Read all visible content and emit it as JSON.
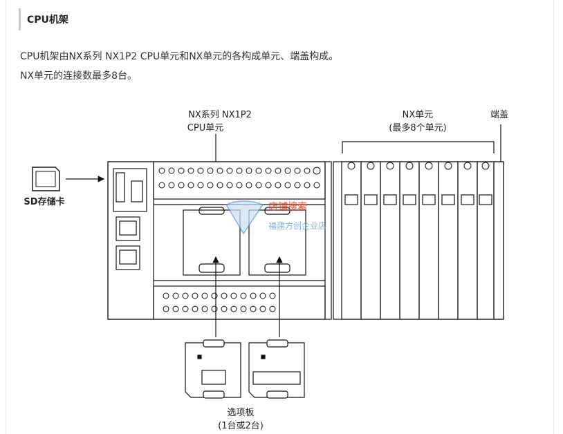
{
  "heading": "CPU机架",
  "paragraphs": [
    "CPU机架由NX系列 NX1P2 CPU单元和NX单元的各构成单元、端盖构成。",
    "NX单元的连接数最多8台。"
  ],
  "diagram": {
    "cpu_label_line1": "NX系列 NX1P2",
    "cpu_label_line2": "CPU单元",
    "nx_label_line1": "NX单元",
    "nx_label_line2": "(最多8个单元)",
    "endcap_label": "端盖",
    "sd_label": "SD存储卡",
    "option_label_line1": "选项板",
    "option_label_line2": "(1台或2台)",
    "watermark_line1": "店铺搜索",
    "watermark_line2": "福建方创企业店"
  },
  "colors": {
    "text": "#222222",
    "watermark_blue": "#4a90d9",
    "watermark_red": "#e0442a"
  }
}
